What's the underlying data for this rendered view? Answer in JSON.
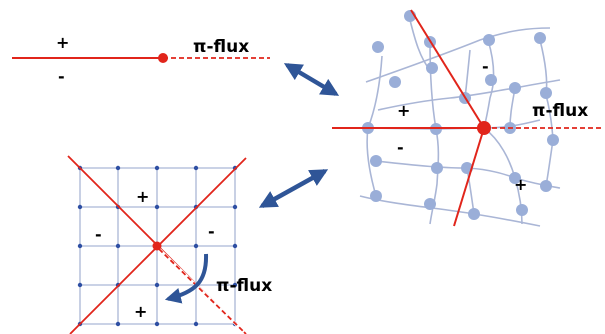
{
  "labels": {
    "top_left": {
      "plus": "+",
      "minus": "-",
      "flux": "π-flux"
    },
    "square": {
      "plus_top": "+",
      "minus_left": "-",
      "minus_right": "-",
      "plus_bottom": "+",
      "flux": "π-flux"
    },
    "curved": {
      "plus_left": "+",
      "minus_top": "-",
      "minus_left": "-",
      "plus_right": "+",
      "flux": "π-flux"
    }
  },
  "colors": {
    "red": "#e1251b",
    "lattice_line": "#aab6d6",
    "lattice_node_small": "#2e4fa3",
    "lattice_node_big": "#9aaed8",
    "arrow": "#2f5597"
  }
}
